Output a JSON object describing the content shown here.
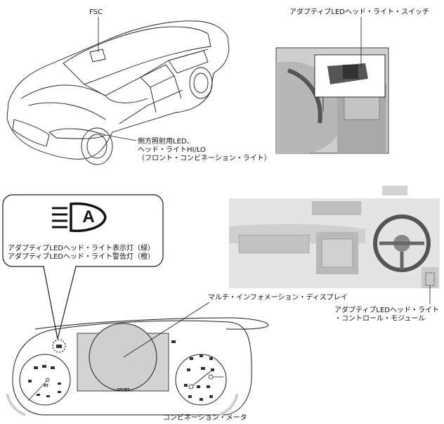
{
  "labels": {
    "fsc": "FSC",
    "switch": "アダプティブLEDヘッド・ライト・スイッチ",
    "side_led_1": "側方照射用LED、",
    "side_led_2": "ヘッド・ライトHI/LO",
    "side_led_3": "（フロント・コンビネーション・ライト）",
    "indicator_1": "アダプティブLEDヘッド・ライト表示灯（緑）",
    "indicator_2": "アダプティブLEDヘッド・ライト警告灯（橙）",
    "multi_display": "マルチ・インフォメーション・ディスプレイ",
    "module_1": "アダプティブLEDヘッド・ライト",
    "module_2": "・コントロール・モジュール",
    "combination_meter": "コンビネーション・メータ",
    "sport": "SPORT",
    "at": "AT",
    "icon_letter": "A"
  },
  "colors": {
    "line": "#1a1a1a",
    "panel_gray": "#d8d8d8",
    "dark_gray": "#bdbdbd"
  }
}
